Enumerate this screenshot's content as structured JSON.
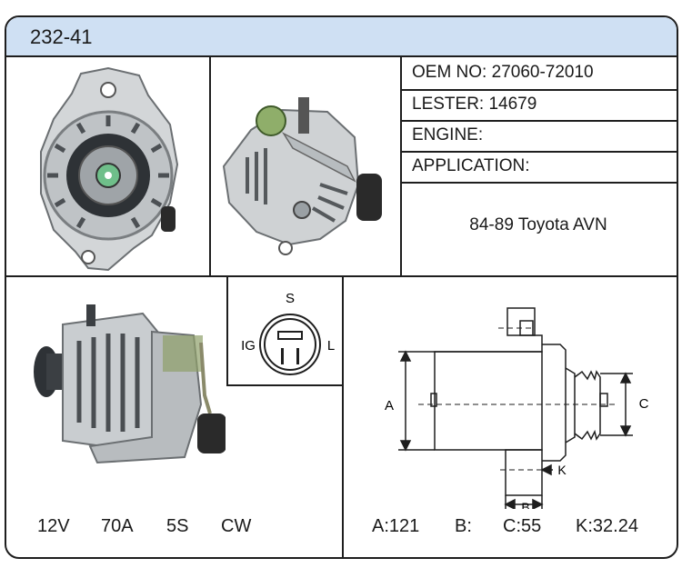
{
  "part_number": "232-41",
  "info": {
    "oem_label": "OEM NO:",
    "oem_value": "27060-72010",
    "lester_label": "LESTER:",
    "lester_value": "14679",
    "engine_label": "ENGINE:",
    "engine_value": "",
    "application_label": "APPLICATION:",
    "application_value": "84-89 Toyota AVN"
  },
  "connector": {
    "top": "S",
    "left": "IG",
    "right": "L"
  },
  "specs": {
    "voltage": "12V",
    "amperage": "70A",
    "pulley": "5S",
    "rotation": "CW"
  },
  "dimensions": {
    "a": "A:121",
    "b": "B:",
    "c": "C:55",
    "k": "K:32.24",
    "label_a": "A",
    "label_b": "B",
    "label_c": "C",
    "label_k": "K"
  },
  "colors": {
    "header_bg": "#cfe0f3",
    "border": "#1e1e1e",
    "connector_plug": "#6a8a3a"
  }
}
